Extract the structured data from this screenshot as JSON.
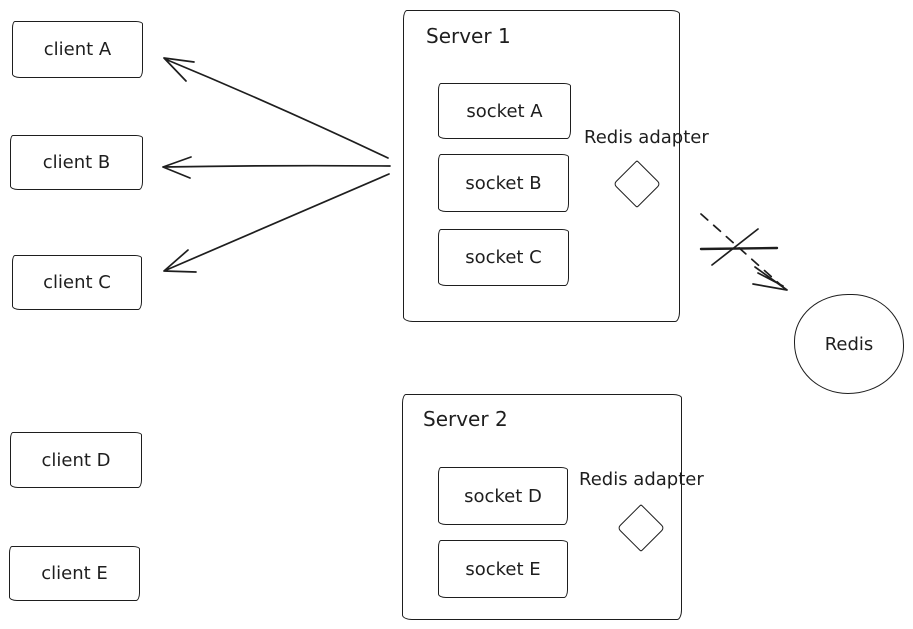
{
  "canvas": {
    "background": "#ffffff",
    "stroke_color": "#1e1e1e"
  },
  "clients": [
    {
      "label": "client A"
    },
    {
      "label": "client B"
    },
    {
      "label": "client C"
    },
    {
      "label": "client D"
    },
    {
      "label": "client E"
    }
  ],
  "servers": [
    {
      "title": "Server 1",
      "adapter_label": "Redis adapter",
      "sockets": [
        {
          "label": "socket A"
        },
        {
          "label": "socket B"
        },
        {
          "label": "socket C"
        }
      ]
    },
    {
      "title": "Server 2",
      "adapter_label": "Redis adapter",
      "sockets": [
        {
          "label": "socket D"
        },
        {
          "label": "socket E"
        }
      ]
    }
  ],
  "redis": {
    "label": "Redis"
  }
}
